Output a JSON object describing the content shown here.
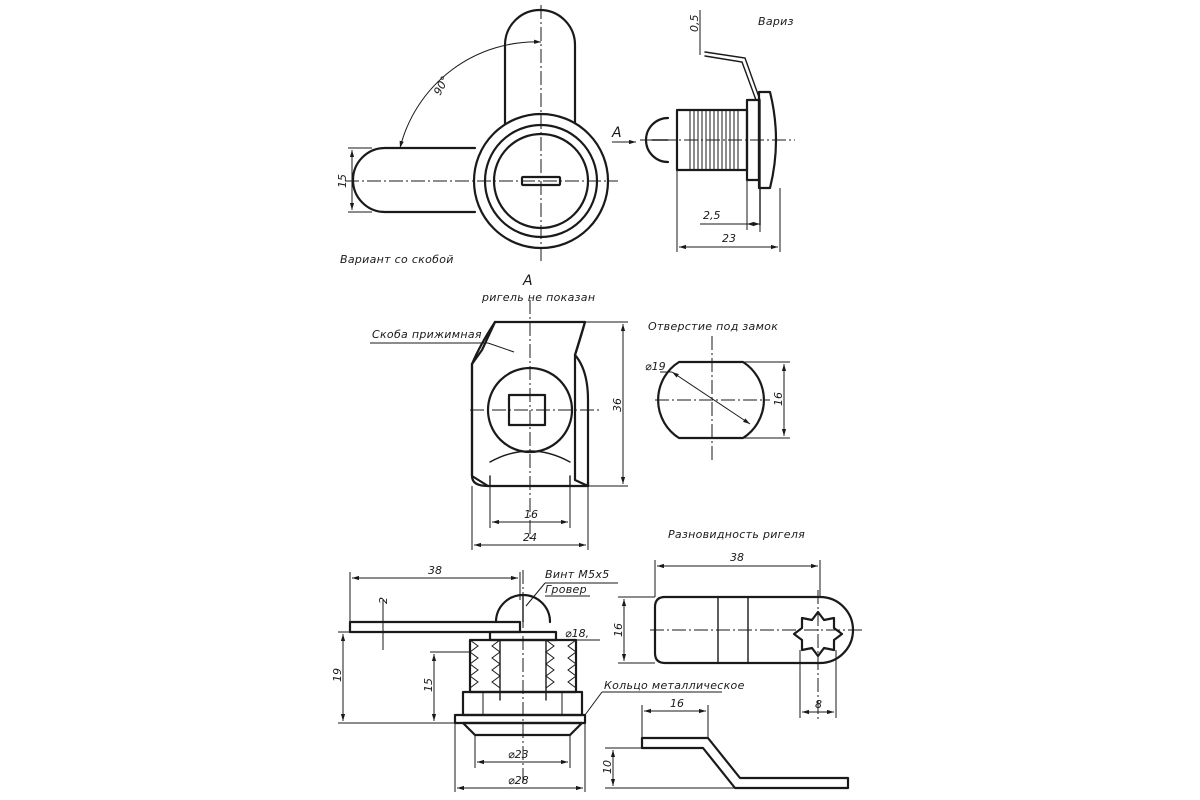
{
  "labels": {
    "variant_latch": "Вариант со скобой",
    "latch_top": "Вариз",
    "view_a": "A",
    "view_a_sub": "ригель не показан",
    "clamp": "Скоба прижимная",
    "hole": "Отверстие под замок",
    "bolt_types": "Разновидность ригеля",
    "screw": "Винт М5х5",
    "washer": "Гровер",
    "ring": "Кольцо металлическое"
  },
  "dims": {
    "angle": "90°",
    "d15_left": "15",
    "t05": "0,5",
    "d25": "2,5",
    "d23": "23",
    "d36": "36",
    "d16_a": "16",
    "d24": "24",
    "dia19": "⌀19",
    "d16_hole": "16",
    "d38_left": "38",
    "d2": "2",
    "dia18": "⌀18,",
    "d19": "19",
    "d15_body": "15",
    "dia23": "⌀23",
    "dia28": "⌀28",
    "d38_right": "38",
    "d16_bolt": "16",
    "d8": "8",
    "d16_bent": "16",
    "d10": "10"
  }
}
